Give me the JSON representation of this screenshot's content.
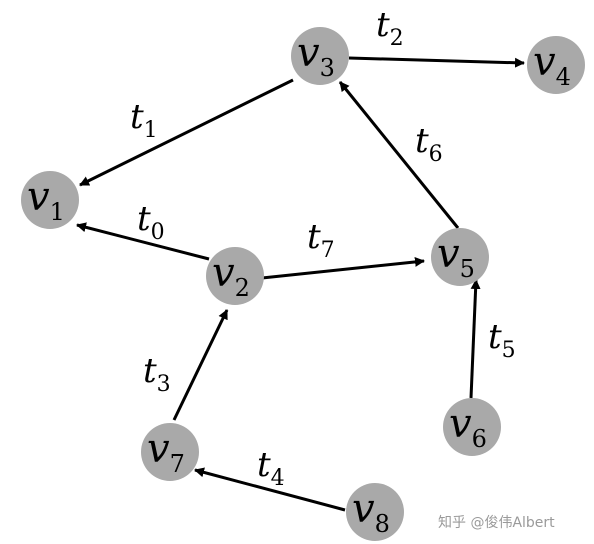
{
  "nodes": [
    {
      "id": "v1",
      "main": "v",
      "sub": "1"
    },
    {
      "id": "v2",
      "main": "v",
      "sub": "2"
    },
    {
      "id": "v3",
      "main": "v",
      "sub": "3"
    },
    {
      "id": "v4",
      "main": "v",
      "sub": "4"
    },
    {
      "id": "v5",
      "main": "v",
      "sub": "5"
    },
    {
      "id": "v6",
      "main": "v",
      "sub": "6"
    },
    {
      "id": "v7",
      "main": "v",
      "sub": "7"
    },
    {
      "id": "v8",
      "main": "v",
      "sub": "8"
    }
  ],
  "edges": [
    {
      "id": "t0",
      "main": "t",
      "sub": "0",
      "from": "v2",
      "to": "v1"
    },
    {
      "id": "t1",
      "main": "t",
      "sub": "1",
      "from": "v3",
      "to": "v1"
    },
    {
      "id": "t2",
      "main": "t",
      "sub": "2",
      "from": "v3",
      "to": "v4"
    },
    {
      "id": "t3",
      "main": "t",
      "sub": "3",
      "from": "v7",
      "to": "v2"
    },
    {
      "id": "t4",
      "main": "t",
      "sub": "4",
      "from": "v8",
      "to": "v7"
    },
    {
      "id": "t5",
      "main": "t",
      "sub": "5",
      "from": "v6",
      "to": "v5"
    },
    {
      "id": "t6",
      "main": "t",
      "sub": "6",
      "from": "v5",
      "to": "v3"
    },
    {
      "id": "t7",
      "main": "t",
      "sub": "7",
      "from": "v2",
      "to": "v5"
    }
  ],
  "colors": {
    "node_fill": "#a9a9a9",
    "edge": "#000000",
    "watermark": "#9a9a9a"
  },
  "watermark": "知乎 @俊伟Albert"
}
